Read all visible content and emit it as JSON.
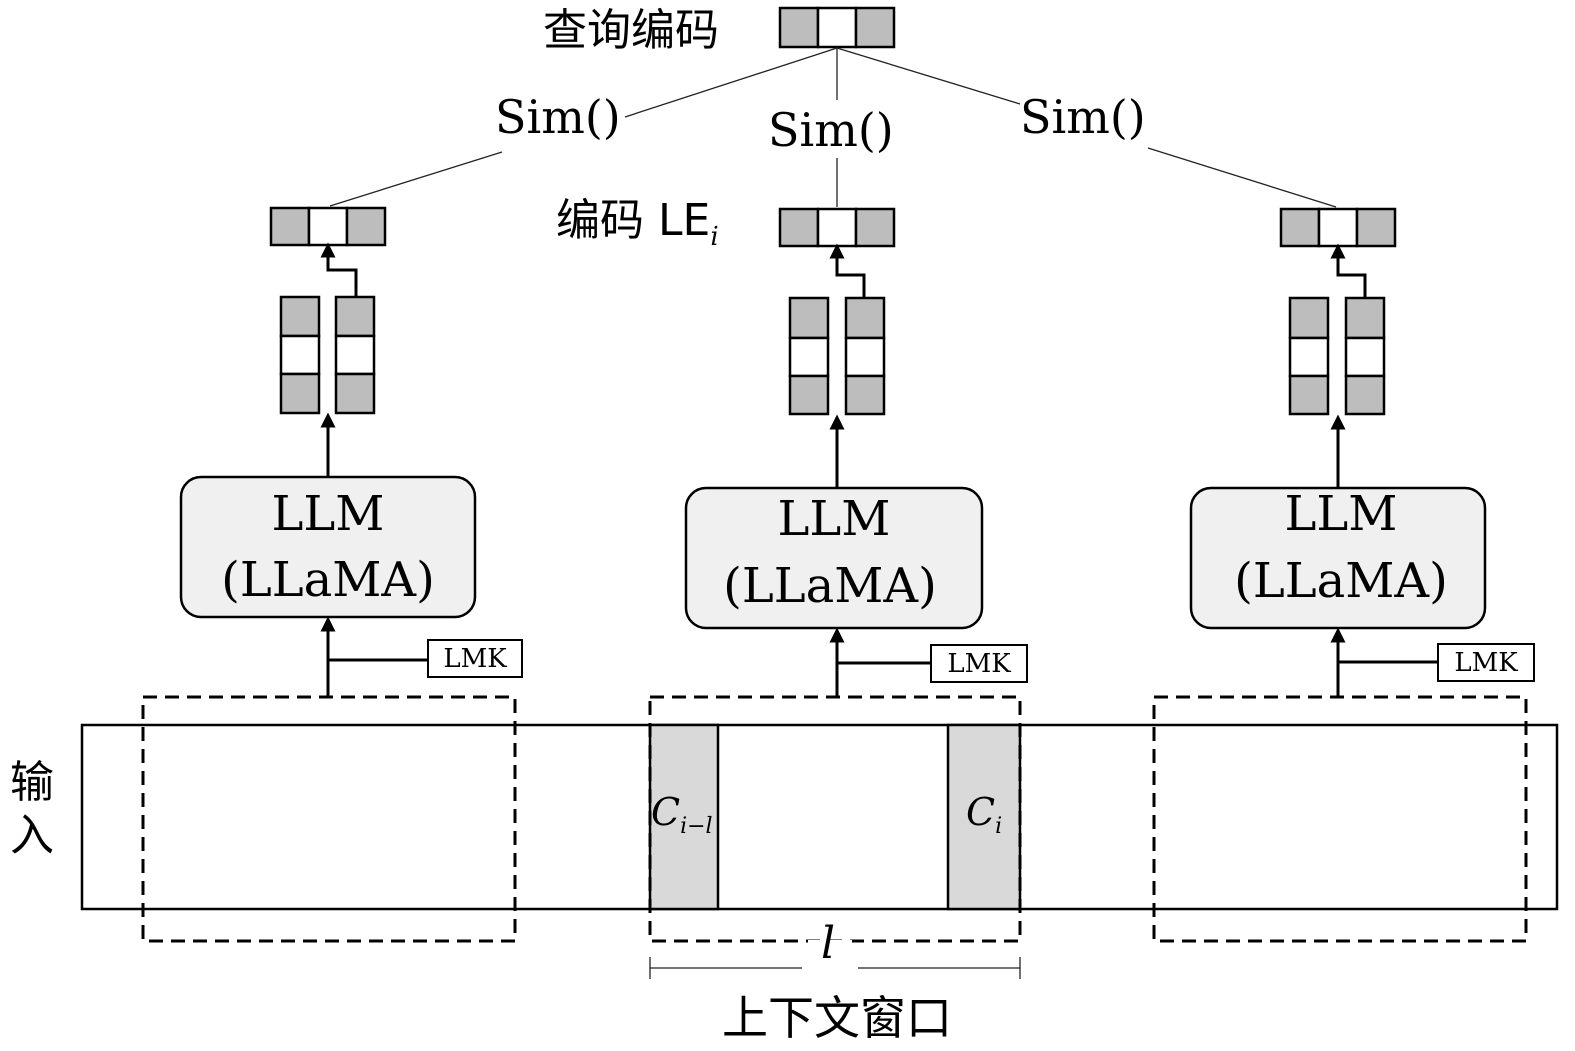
{
  "query_label": "查询编码",
  "sim_label": "Sim()",
  "encoding_label": "编码 LE",
  "encoding_subscript": "i",
  "llm_title": "LLM",
  "llm_subtitle": "(LLaMA)",
  "lmk_label": "LMK",
  "input_label_1": "输",
  "input_label_2": "入",
  "chunk_prev": "C",
  "chunk_prev_sub": "i−l",
  "chunk_cur": "C",
  "chunk_cur_sub": "i",
  "window_length": "l",
  "window_label": "上下文窗口",
  "colors": {
    "cell_gray": "#bdbdbd",
    "llm_fill": "#f0f0f0",
    "chunk_fill": "#d9d9d9"
  }
}
